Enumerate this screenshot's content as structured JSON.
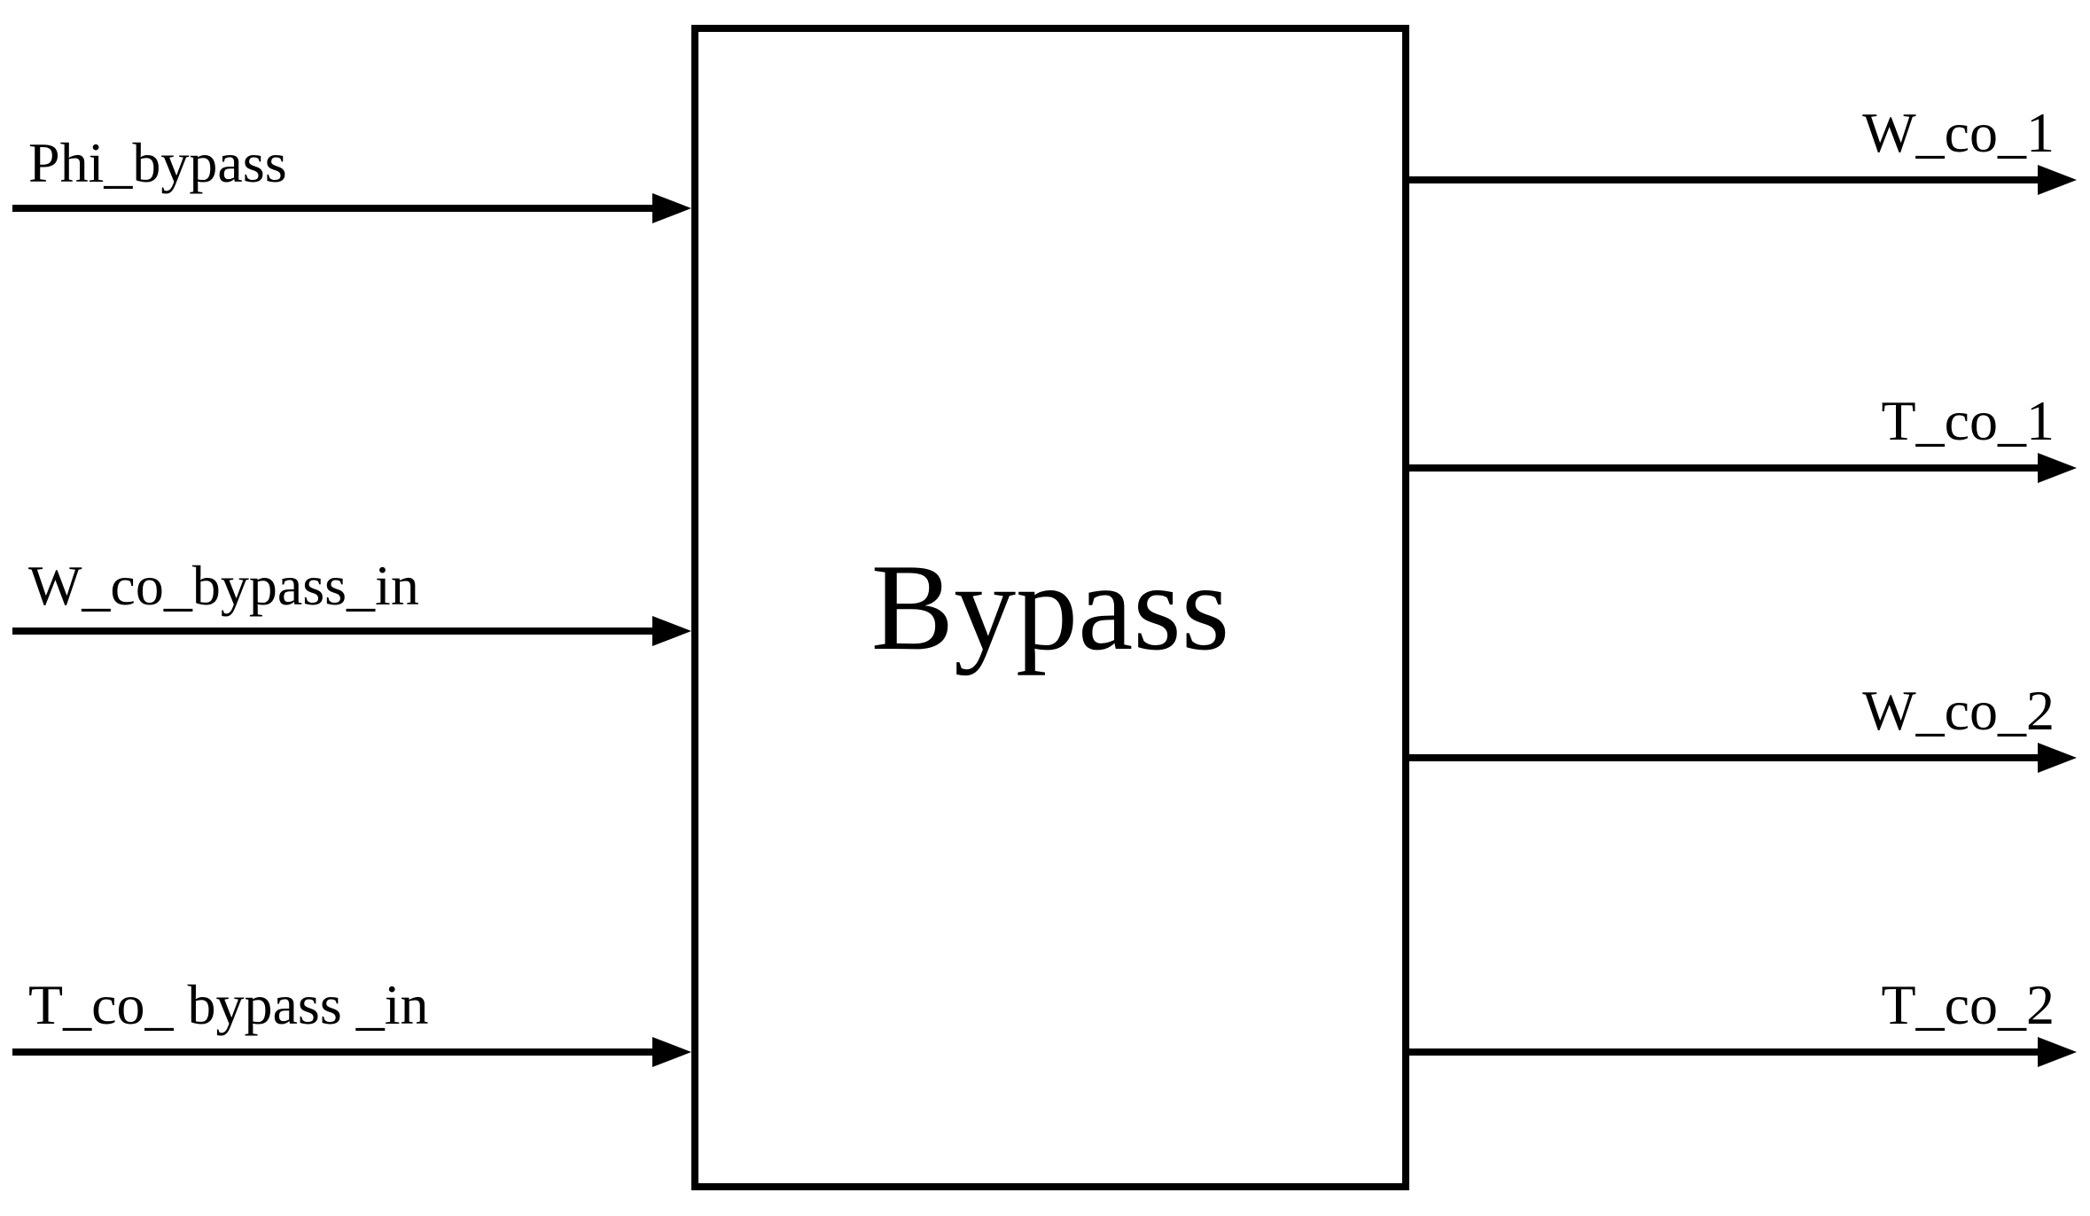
{
  "diagram": {
    "block": {
      "label": "Bypass"
    },
    "inputs": [
      {
        "label": "Phi_bypass"
      },
      {
        "label": "W_co_bypass_in"
      },
      {
        "label": "T_co_ bypass _in"
      }
    ],
    "outputs": [
      {
        "label": "W_co_1"
      },
      {
        "label": "T_co_1"
      },
      {
        "label": "W_co_2"
      },
      {
        "label": "T_co_2"
      }
    ],
    "colors": {
      "line": "#000000",
      "background": "#ffffff",
      "text": "#000000"
    }
  }
}
